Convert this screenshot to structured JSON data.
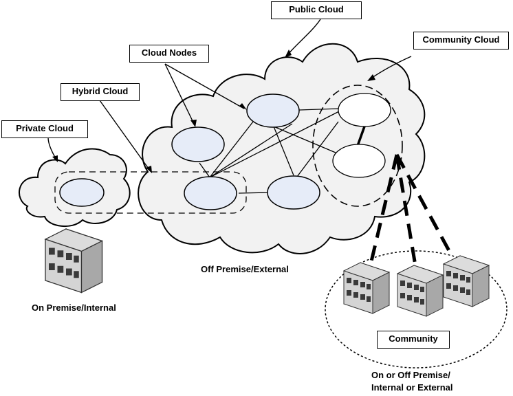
{
  "labels": {
    "public_cloud": "Public Cloud",
    "community_cloud": "Community Cloud",
    "cloud_nodes": "Cloud Nodes",
    "hybrid_cloud": "Hybrid Cloud",
    "private_cloud": "Private Cloud",
    "community": "Community"
  },
  "captions": {
    "off_premise": "Off Premise/External",
    "on_premise": "On Premise/Internal",
    "on_or_off_line1": "On or Off Premise/",
    "on_or_off_line2": "Internal or External"
  },
  "colors": {
    "node_fill": "#e6ecf8",
    "cloud_fill": "#f2f2f2",
    "building_light": "#e8e8e8",
    "building_dark": "#b8b8b8"
  }
}
